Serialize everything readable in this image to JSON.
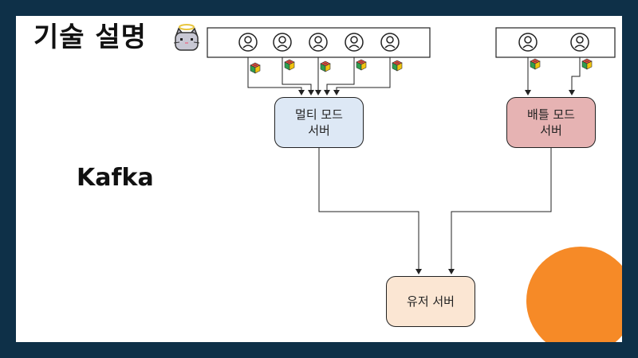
{
  "slide": {
    "title": "기술 설명",
    "subtitle": "Kafka"
  },
  "diagram": {
    "multi_server": {
      "line1": "멀티 모드",
      "line2": "서버"
    },
    "battle_server": {
      "line1": "배틀 모드",
      "line2": "서버"
    },
    "user_server": {
      "label": "유저 서버"
    },
    "multi_users": 5,
    "battle_users": 2
  },
  "colors": {
    "background": "#0e3048",
    "multi_box": "#dde8f5",
    "battle_box": "#e6b3b3",
    "user_box": "#fbe6d3",
    "accent_circle": "#f68a27"
  }
}
